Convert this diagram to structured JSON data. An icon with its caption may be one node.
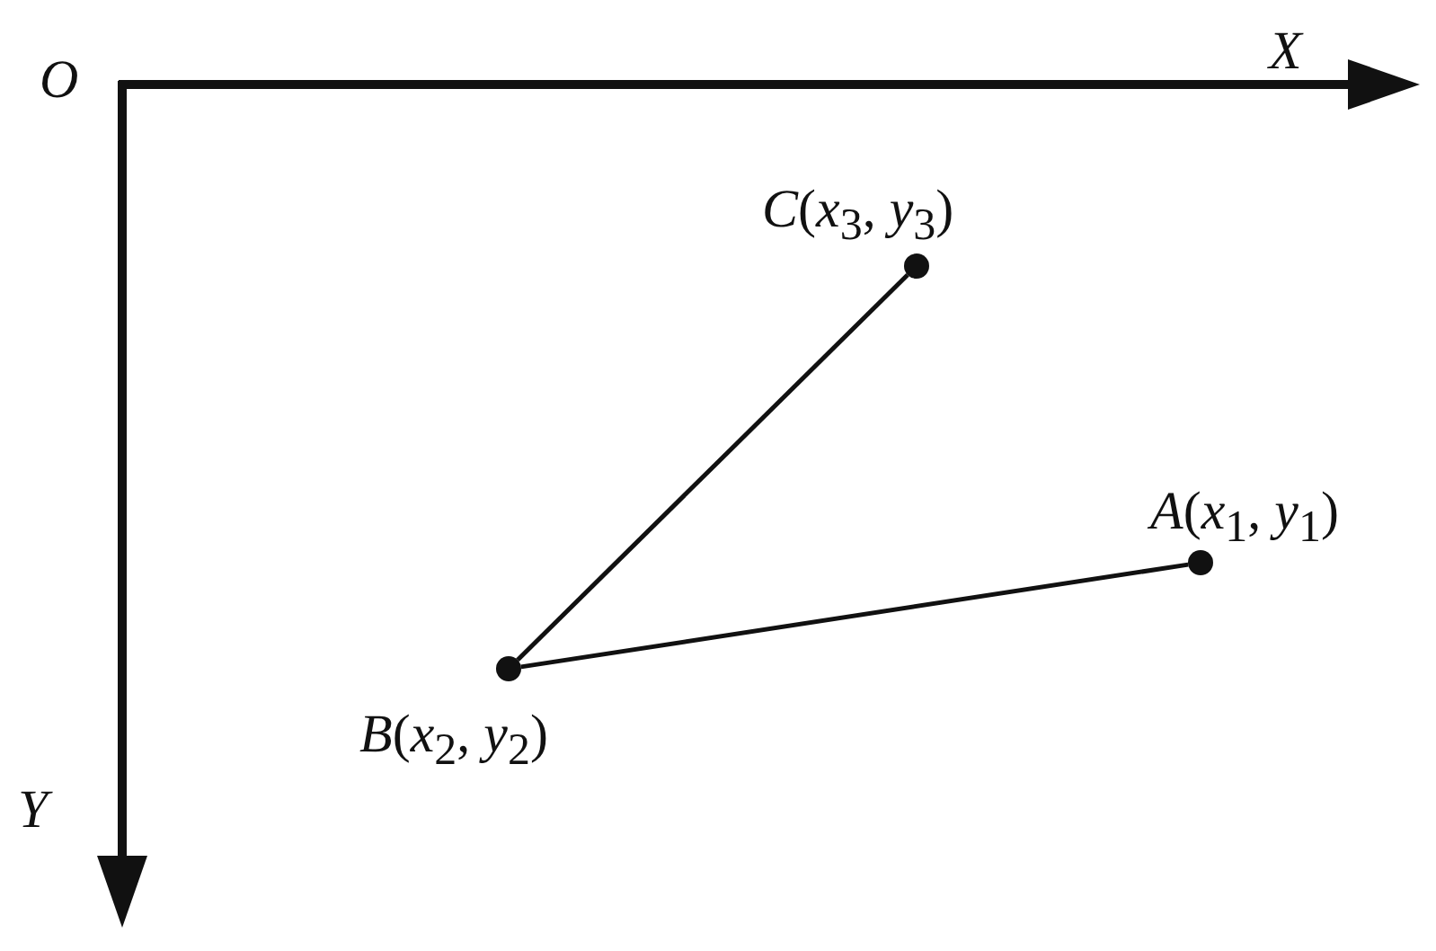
{
  "diagram": {
    "nodes": [
      {
        "text": [],
        "shape": "circle",
        "beside": [
          "*C*(*x*$_{3}$, *y*$_{3}$)"
        ]
      },
      {
        "text": [],
        "shape": "circle",
        "beside": [
          "*A*(*x*$_{1}$, *y*$_{1}$)"
        ]
      },
      {
        "text": [],
        "shape": "circle",
        "beside": [
          "*B*(*x*$_{2}$, *y*$_{2}$)"
        ]
      }
    ],
    "edges": [
      {
        "from": 2,
        "to": 0,
        "arrow": "none"
      },
      {
        "from": 2,
        "to": 1,
        "arrow": "none"
      }
    ],
    "labels": [
      "*O*",
      "*X*",
      "*Y*"
    ]
  }
}
